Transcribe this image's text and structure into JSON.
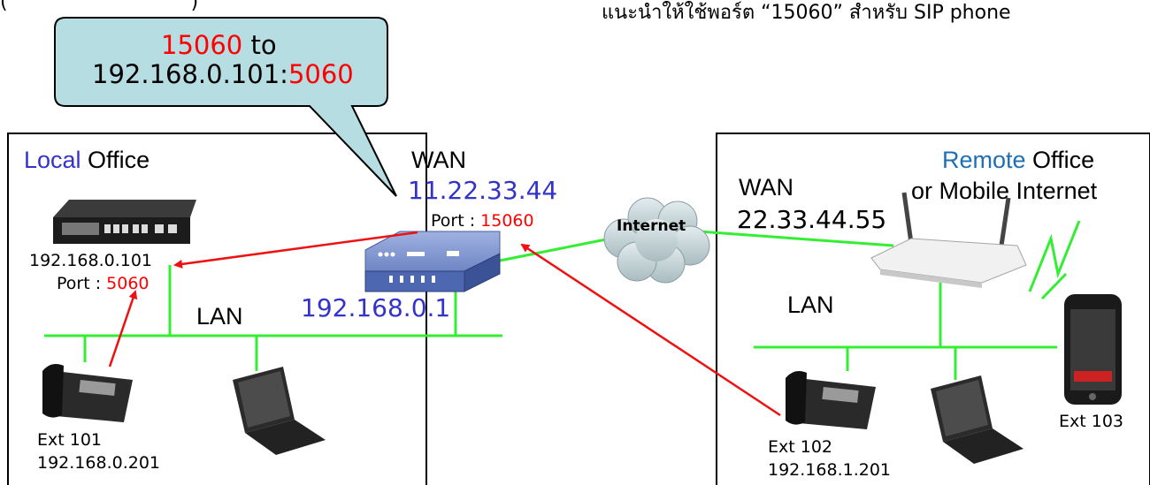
{
  "header": {
    "left_fragment": "(",
    "left_fragment_2": ")",
    "thai_note": "แนะนำให้ใช้พอร์ต “15060” สำหรับ SIP phone"
  },
  "callout": {
    "port_from": "15060",
    "to_word": " to",
    "ip": "192.168.0.101:",
    "port_to": "5060"
  },
  "local_office": {
    "title_colored": "Local",
    "title_rest": " Office",
    "wan_label": "WAN",
    "wan_ip": "11.22.33.44",
    "wan_port_label": "Port : ",
    "wan_port_value": "15060",
    "pbx_ip": "192.168.0.101",
    "pbx_port_label": "Port : ",
    "pbx_port_value": "5060",
    "lan_label": "LAN",
    "router_lan_ip": "192.168.0.1",
    "ext_label": "Ext 101",
    "ext_ip": "192.168.0.201"
  },
  "internet_label": "Internet",
  "remote_office": {
    "title_colored": "Remote",
    "title_rest": " Office",
    "title_line2": "or Mobile Internet",
    "wan_label": "WAN",
    "wan_ip": "22.33.44.55",
    "lan_label": "LAN",
    "ext_label": "Ext 102",
    "ext_ip": "192.168.1.201",
    "mobile_ext_label": "Ext 103"
  },
  "colors": {
    "lan_line": "#33ee33",
    "arrow": "#ee1111",
    "callout_fill": "#b6dde2",
    "text_blue": "#3333cc",
    "text_red": "#ff0000"
  }
}
